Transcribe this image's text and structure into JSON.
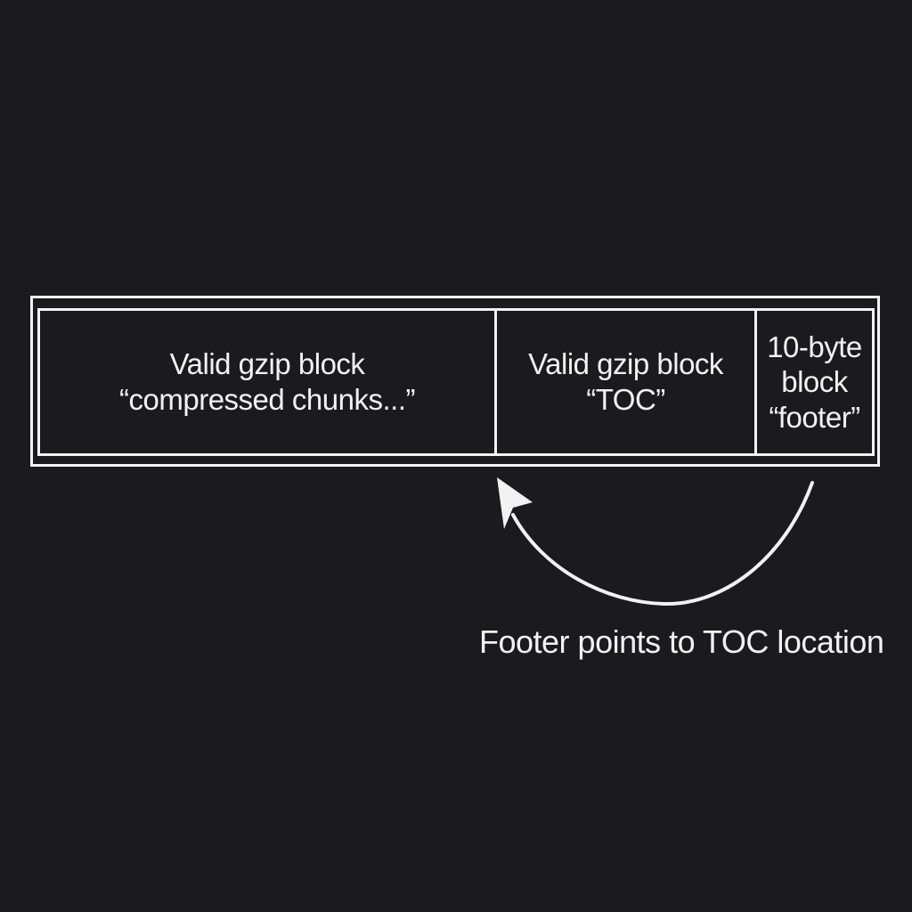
{
  "diagram": {
    "blocks": [
      {
        "line1": "Valid gzip block",
        "line2": "“compressed chunks...”"
      },
      {
        "line1": "Valid gzip block",
        "line2": "“TOC”"
      },
      {
        "line1": "10-byte",
        "line2": "block",
        "line3": "“footer”"
      }
    ],
    "caption": "Footer points to TOC location"
  },
  "colors": {
    "background": "#1b1b1d",
    "foreground": "#f2f2f2"
  }
}
